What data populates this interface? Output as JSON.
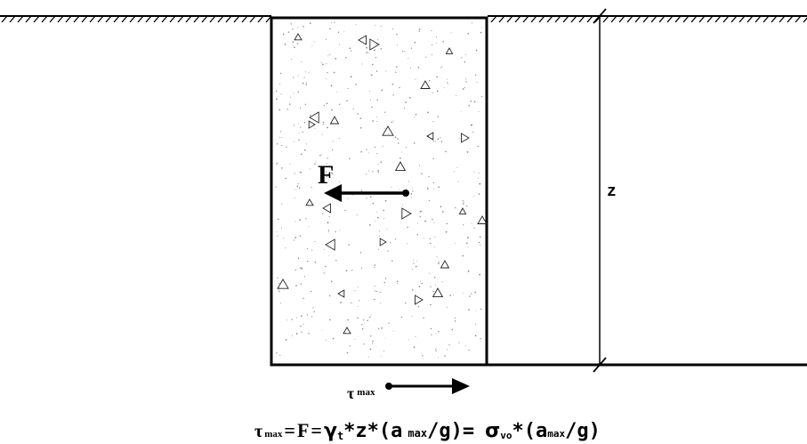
{
  "diagram": {
    "force_label": "F",
    "depth_label": "z",
    "shear_label": {
      "symbol": "τ",
      "subscript": "max"
    },
    "formula": {
      "lhs_symbol": "τ",
      "lhs_sub": "max",
      "eq1": "=",
      "F": "F",
      "eq2": "=",
      "gamma": "γ",
      "gamma_sub": "t",
      "term1": "*z*(a",
      "amax_sub": "max",
      "term1_end": "/g)=",
      "sigma": "σ",
      "sigma_sub": "vo",
      "term2": "*(a",
      "amax2_sub": "max",
      "term2_end": "/g)"
    }
  }
}
